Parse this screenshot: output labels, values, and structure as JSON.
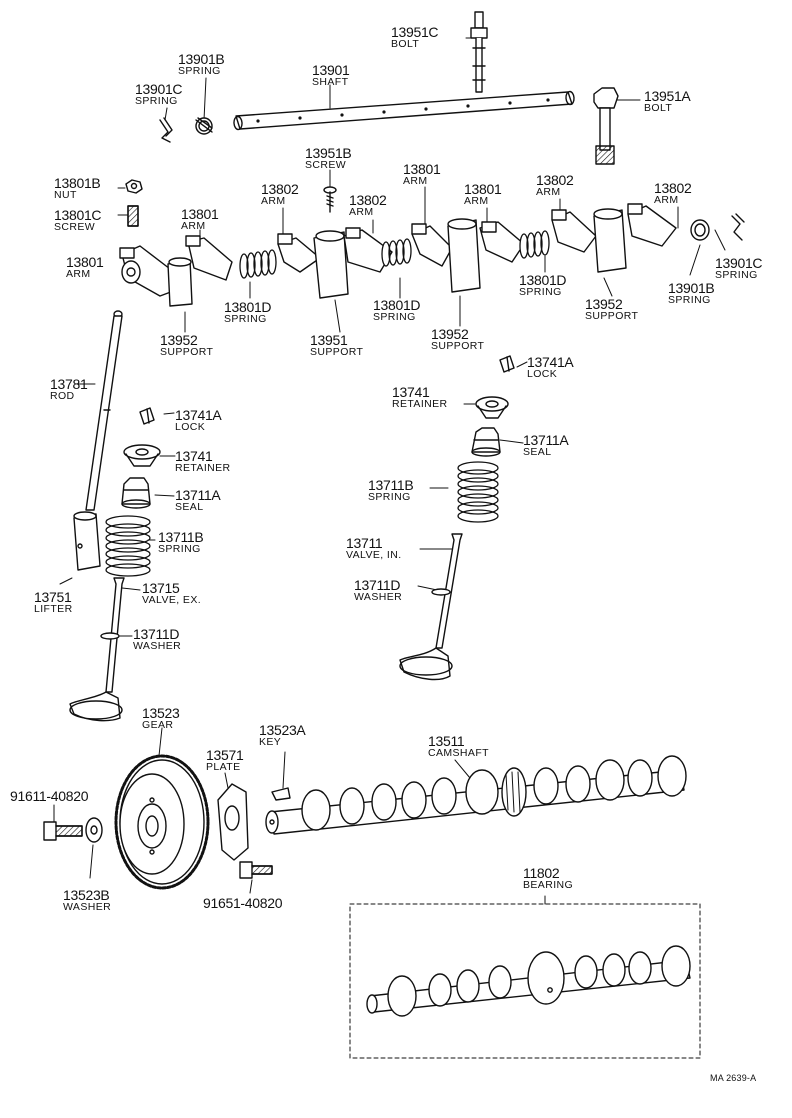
{
  "diagram": {
    "parts": [
      {
        "key": "p13951c",
        "number": "13951C",
        "name": "BOLT"
      },
      {
        "key": "p13901b_top",
        "number": "13901B",
        "name": "SPRING"
      },
      {
        "key": "p13901",
        "number": "13901",
        "name": "SHAFT"
      },
      {
        "key": "p13901c_top",
        "number": "13901C",
        "name": "SPRING"
      },
      {
        "key": "p13951a",
        "number": "13951A",
        "name": "BOLT"
      },
      {
        "key": "p13951b",
        "number": "13951B",
        "name": "SCREW"
      },
      {
        "key": "p13801b",
        "number": "13801B",
        "name": "NUT"
      },
      {
        "key": "p13801c",
        "number": "13801C",
        "name": "SCREW"
      },
      {
        "key": "p13802_a",
        "number": "13802",
        "name": "ARM"
      },
      {
        "key": "p13801_a",
        "number": "13801",
        "name": "ARM"
      },
      {
        "key": "p13802_b",
        "number": "13802",
        "name": "ARM"
      },
      {
        "key": "p13801_b",
        "number": "13801",
        "name": "ARM"
      },
      {
        "key": "p13801_c",
        "number": "13801",
        "name": "ARM"
      },
      {
        "key": "p13802_c",
        "number": "13802",
        "name": "ARM"
      },
      {
        "key": "p13802_d",
        "number": "13802",
        "name": "ARM"
      },
      {
        "key": "p13801_d",
        "number": "13801",
        "name": "ARM"
      },
      {
        "key": "p13901c_right",
        "number": "13901C",
        "name": "SPRING"
      },
      {
        "key": "p13801d_a",
        "number": "13801D",
        "name": "SPRING"
      },
      {
        "key": "p13801d_b",
        "number": "13801D",
        "name": "SPRING"
      },
      {
        "key": "p13801d_c",
        "number": "13801D",
        "name": "SPRING"
      },
      {
        "key": "p13901b_right",
        "number": "13901B",
        "name": "SPRING"
      },
      {
        "key": "p13952_a",
        "number": "13952",
        "name": "SUPPORT"
      },
      {
        "key": "p13951",
        "number": "13951",
        "name": "SUPPORT"
      },
      {
        "key": "p13952_b",
        "number": "13952",
        "name": "SUPPORT"
      },
      {
        "key": "p13952_c",
        "number": "13952",
        "name": "SUPPORT"
      },
      {
        "key": "p13741a_r",
        "number": "13741A",
        "name": "LOCK"
      },
      {
        "key": "p13781",
        "number": "13781",
        "name": "ROD"
      },
      {
        "key": "p13741_r",
        "number": "13741",
        "name": "RETAINER"
      },
      {
        "key": "p13741a_l",
        "number": "13741A",
        "name": "LOCK"
      },
      {
        "key": "p13711a_r",
        "number": "13711A",
        "name": "SEAL"
      },
      {
        "key": "p13741_l",
        "number": "13741",
        "name": "RETAINER"
      },
      {
        "key": "p13711b_r",
        "number": "13711B",
        "name": "SPRING"
      },
      {
        "key": "p13711a_l",
        "number": "13711A",
        "name": "SEAL"
      },
      {
        "key": "p13711b_l",
        "number": "13711B",
        "name": "SPRING"
      },
      {
        "key": "p13711",
        "number": "13711",
        "name": "VALVE, IN."
      },
      {
        "key": "p13711d_r",
        "number": "13711D",
        "name": "WASHER"
      },
      {
        "key": "p13751",
        "number": "13751",
        "name": "LIFTER"
      },
      {
        "key": "p13715",
        "number": "13715",
        "name": "VALVE, EX."
      },
      {
        "key": "p13711d_l",
        "number": "13711D",
        "name": "WASHER"
      },
      {
        "key": "p13523",
        "number": "13523",
        "name": "GEAR"
      },
      {
        "key": "p13523a",
        "number": "13523A",
        "name": "KEY"
      },
      {
        "key": "p13511",
        "number": "13511",
        "name": "CAMSHAFT"
      },
      {
        "key": "p13571",
        "number": "13571",
        "name": "PLATE"
      },
      {
        "key": "p91611",
        "number": "91611-40820",
        "name": ""
      },
      {
        "key": "p13523b",
        "number": "13523B",
        "name": "WASHER"
      },
      {
        "key": "p91651",
        "number": "91651-40820",
        "name": ""
      },
      {
        "key": "p11802",
        "number": "11802",
        "name": "BEARING"
      }
    ],
    "footer": "MA  2639-A"
  }
}
